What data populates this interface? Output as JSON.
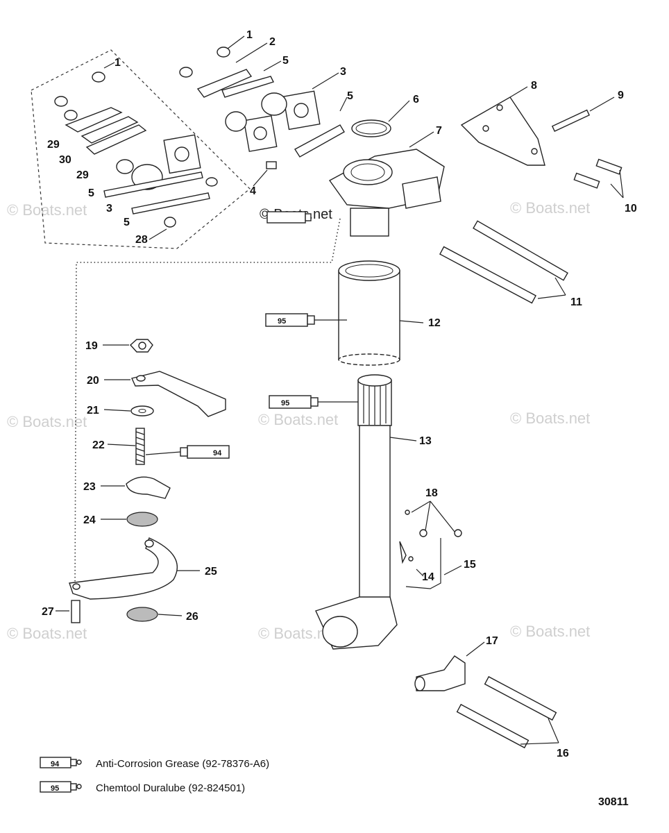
{
  "watermark": "© Boats.net",
  "parts": [
    {
      "id": "1a",
      "text": "1"
    },
    {
      "id": "1b",
      "text": "1"
    },
    {
      "id": "2",
      "text": "2"
    },
    {
      "id": "3a",
      "text": "3"
    },
    {
      "id": "3b",
      "text": "3"
    },
    {
      "id": "4",
      "text": "4"
    },
    {
      "id": "5a",
      "text": "5"
    },
    {
      "id": "5b",
      "text": "5"
    },
    {
      "id": "5c",
      "text": "5"
    },
    {
      "id": "5d",
      "text": "5"
    },
    {
      "id": "6",
      "text": "6"
    },
    {
      "id": "7",
      "text": "7"
    },
    {
      "id": "8",
      "text": "8"
    },
    {
      "id": "9",
      "text": "9"
    },
    {
      "id": "10",
      "text": "10"
    },
    {
      "id": "11",
      "text": "11"
    },
    {
      "id": "12",
      "text": "12"
    },
    {
      "id": "13",
      "text": "13"
    },
    {
      "id": "14",
      "text": "14"
    },
    {
      "id": "15",
      "text": "15"
    },
    {
      "id": "16",
      "text": "16"
    },
    {
      "id": "17",
      "text": "17"
    },
    {
      "id": "18",
      "text": "18"
    },
    {
      "id": "19",
      "text": "19"
    },
    {
      "id": "20",
      "text": "20"
    },
    {
      "id": "21",
      "text": "21"
    },
    {
      "id": "22",
      "text": "22"
    },
    {
      "id": "23",
      "text": "23"
    },
    {
      "id": "24",
      "text": "24"
    },
    {
      "id": "25",
      "text": "25"
    },
    {
      "id": "26",
      "text": "26"
    },
    {
      "id": "27",
      "text": "27"
    },
    {
      "id": "28",
      "text": "28"
    },
    {
      "id": "29a",
      "text": "29"
    },
    {
      "id": "29b",
      "text": "29"
    },
    {
      "id": "30",
      "text": "30"
    }
  ],
  "tubes": {
    "grease_94": "94",
    "grease_95": "95"
  },
  "legend": [
    {
      "code": "94",
      "text": "Anti-Corrosion Grease (92-78376-A6)"
    },
    {
      "code": "95",
      "text": "Chemtool Duralube (92-824501)"
    }
  ],
  "figure_number": "30811"
}
